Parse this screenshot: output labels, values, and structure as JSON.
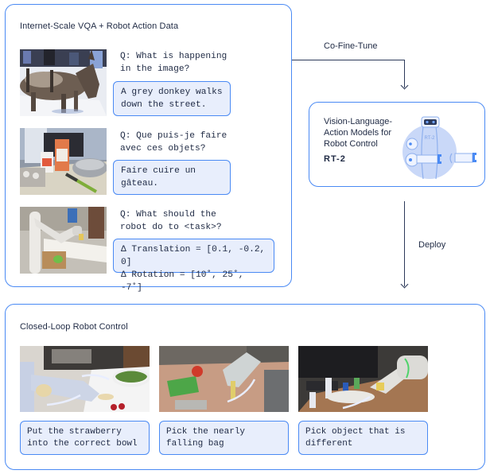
{
  "colors": {
    "accent_border": "#4a8af4",
    "answer_fill": "#e8eefc",
    "text": "#1f2a44",
    "connector": "#2d3a5a",
    "robot_body": "#c9d8f8"
  },
  "data_panel": {
    "title": "Internet-Scale VQA + Robot Action Data",
    "examples": [
      {
        "image": "donkey-photo",
        "question": "Q: What is happening in the image?",
        "answer": "A grey donkey walks down the street."
      },
      {
        "image": "kitchen-ingredients-photo",
        "question": "Q: Que puis-je faire avec ces objets?",
        "answer": "Faire cuire un gâteau."
      },
      {
        "image": "robot-arm-photo",
        "question": "Q: What should the robot do to <task>?",
        "answer_lines": [
          "Δ Translation = [0.1, -0.2, 0]",
          "Δ Rotation = [10˚, 25˚, -7˚]"
        ]
      }
    ]
  },
  "connectors": {
    "cofinetune_label": "Co-Fine-Tune",
    "deploy_label": "Deploy"
  },
  "model_panel": {
    "description": "Vision-Language-Action Models for Robot Control",
    "name": "RT-2",
    "robot_badge": "RT-2",
    "icon": "robot-icon"
  },
  "control_panel": {
    "title": "Closed-Loop Robot Control",
    "tasks": [
      {
        "image": "strawberry-bowl-photo",
        "caption": "Put the strawberry into the correct bowl"
      },
      {
        "image": "falling-bag-photo",
        "caption": "Pick the nearly falling bag"
      },
      {
        "image": "different-object-photo",
        "caption": "Pick object that is different"
      }
    ]
  }
}
